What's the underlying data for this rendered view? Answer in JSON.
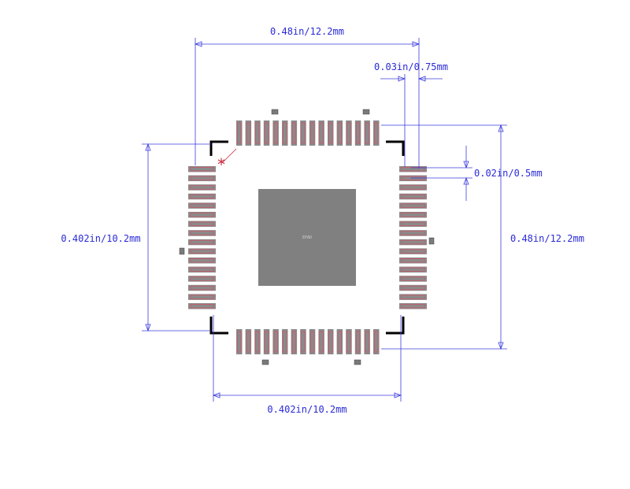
{
  "diagram": {
    "dimensions": {
      "body_width": "0.402in/10.2mm",
      "body_height": "0.402in/10.2mm",
      "overall_width": "0.48in/12.2mm",
      "overall_height": "0.48in/12.2mm",
      "pad_width": "0.03in/0.75mm",
      "pitch": "0.02in/0.5mm"
    },
    "epad_label": "EPAD",
    "pin1_marker": "*",
    "pins_per_side": 16,
    "colors": {
      "dimension_line": "#3b3bde",
      "dimension_text": "#2a2ad6",
      "pad_fill": "#8a8a8a",
      "pad_outline": "#c2606e",
      "epad_fill": "#808080",
      "silkscreen": "#000000",
      "pin1_marker": "#c8283c"
    }
  }
}
